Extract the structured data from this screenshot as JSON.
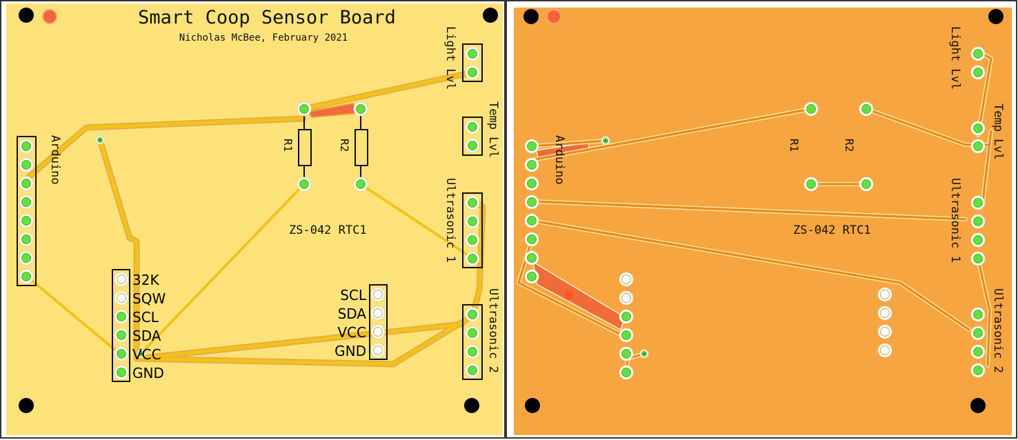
{
  "colors": {
    "top_board": "#fde27a",
    "bottom_board": "#f7a540",
    "trace_top": "#f0c419",
    "trace_top_edge": "#e9a23b",
    "trace_bottom": "#e98c1a",
    "trace_bottom_edge": "#fff8c8",
    "pad_green": "#66dd44",
    "pad_white": "#ffffff",
    "fiducial": "#f46434",
    "copper_pour": "#f06a3a",
    "mount_hole": "#000000"
  },
  "top_view": {
    "title": "Smart Coop Sensor Board",
    "author_line": "Nicholas McBee, February 2021",
    "labels": {
      "light": "Light Lvl",
      "temp": "Temp Lvl",
      "ultrasonic1": "Ultrasonic 1",
      "ultrasonic2": "Ultrasonic 2",
      "arduino": "Arduino",
      "r1": "R1",
      "r2": "R2",
      "rtc": "ZS-042 RTC1"
    },
    "rtc_left_pins": [
      "32K",
      "SQW",
      "SCL",
      "SDA",
      "VCC",
      "GND"
    ],
    "rtc_right_pins": [
      "SCL",
      "SDA",
      "VCC",
      "GND"
    ]
  },
  "bottom_view": {
    "labels": {
      "light": "Light Lvl",
      "temp": "Temp Lvl",
      "ultrasonic1": "Ultrasonic 1",
      "ultrasonic2": "Ultrasonic 2",
      "arduino": "Arduino",
      "r1": "R1",
      "r2": "R2",
      "rtc": "ZS-042 RTC1"
    }
  }
}
